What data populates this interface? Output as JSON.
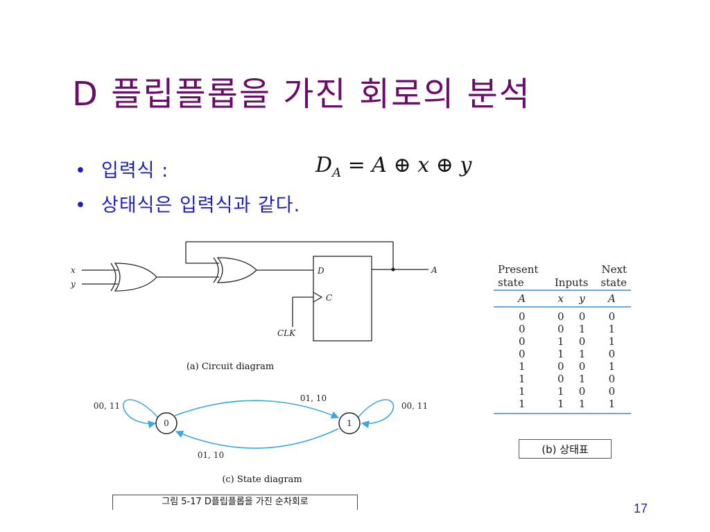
{
  "slide": {
    "title": "D 플립플롭을 가진 회로의 분석",
    "bullets": [
      {
        "text": "입력식 :"
      },
      {
        "text": "상태식은 입력식과 같다."
      }
    ],
    "bullet_symbol": "•",
    "equation": {
      "lhs": "D",
      "lhs_sub": "A",
      "eq": "=",
      "rhs_a": "A",
      "xor": "⊕",
      "rhs_x": "x",
      "rhs_y": "y"
    },
    "page_number": "17"
  },
  "circuit": {
    "inputs": [
      "x",
      "y"
    ],
    "ff_d": "D",
    "ff_c": "C",
    "clk": "CLK",
    "output": "A",
    "caption": "(a) Circuit diagram"
  },
  "state_diagram": {
    "states": [
      "0",
      "1"
    ],
    "self_loop_left": "00, 11",
    "self_loop_right": "00, 11",
    "top_edge": "01, 10",
    "bottom_edge": "01, 10",
    "caption": "(c) State diagram",
    "arrow_color": "#3aa6e6"
  },
  "state_table": {
    "headers": {
      "present": [
        "Present",
        "state"
      ],
      "inputs": "Inputs",
      "next": [
        "Next",
        "state"
      ]
    },
    "subheaders": {
      "present": "A",
      "x": "x",
      "y": "y",
      "next": "A"
    },
    "rows": [
      [
        "0",
        "0",
        "0",
        "0"
      ],
      [
        "0",
        "0",
        "1",
        "1"
      ],
      [
        "0",
        "1",
        "0",
        "1"
      ],
      [
        "0",
        "1",
        "1",
        "0"
      ],
      [
        "1",
        "0",
        "0",
        "1"
      ],
      [
        "1",
        "0",
        "1",
        "0"
      ],
      [
        "1",
        "1",
        "0",
        "0"
      ],
      [
        "1",
        "1",
        "1",
        "1"
      ]
    ],
    "caption": "(b) 상태표",
    "rule_color": "#6fa6d6"
  },
  "figure_caption": "그림 5-17  D플립플롭을 가진 순차회로",
  "colors": {
    "title": "#6a0d6a",
    "bullet_text": "#1f1fbf"
  }
}
